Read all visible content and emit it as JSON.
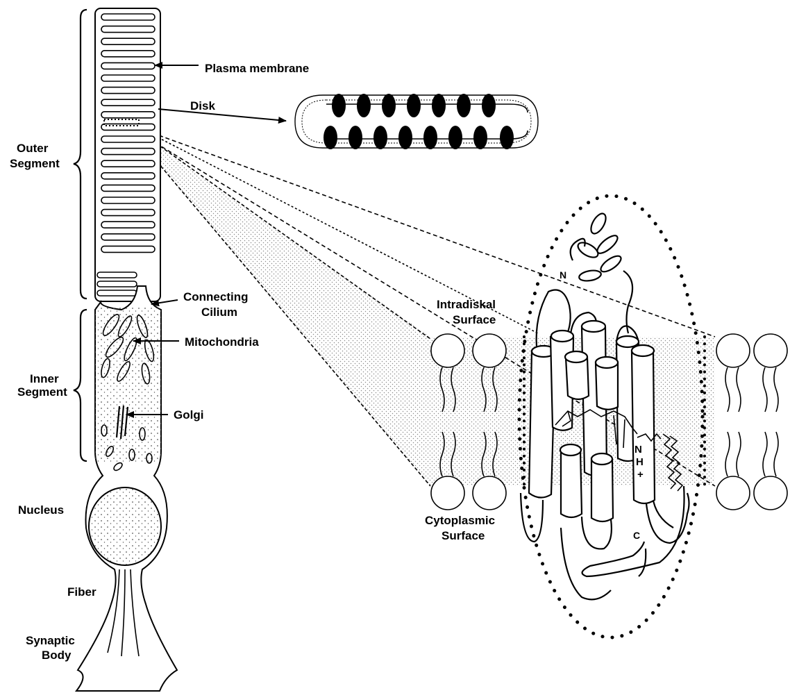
{
  "labels": {
    "plasma_membrane": "Plasma membrane",
    "disk": "Disk",
    "outer_segment_1": "Outer",
    "outer_segment_2": "Segment",
    "connecting_cilium_1": "Connecting",
    "connecting_cilium_2": "Cilium",
    "mitochondria": "Mitochondria",
    "inner_segment_1": "Inner",
    "inner_segment_2": "Segment",
    "golgi": "Golgi",
    "nucleus": "Nucleus",
    "fiber": "Fiber",
    "synaptic_body_1": "Synaptic",
    "synaptic_body_2": "Body",
    "intradiskal_surface_1": "Intradiskal",
    "intradiskal_surface_2": "Surface",
    "cytoplasmic_surface_1": "Cytoplasmic",
    "cytoplasmic_surface_2": "Surface",
    "n_terminus": "N",
    "c_terminus": "C",
    "schiff_base_n": "N",
    "schiff_base_h": "H",
    "schiff_base_plus": "+"
  }
}
